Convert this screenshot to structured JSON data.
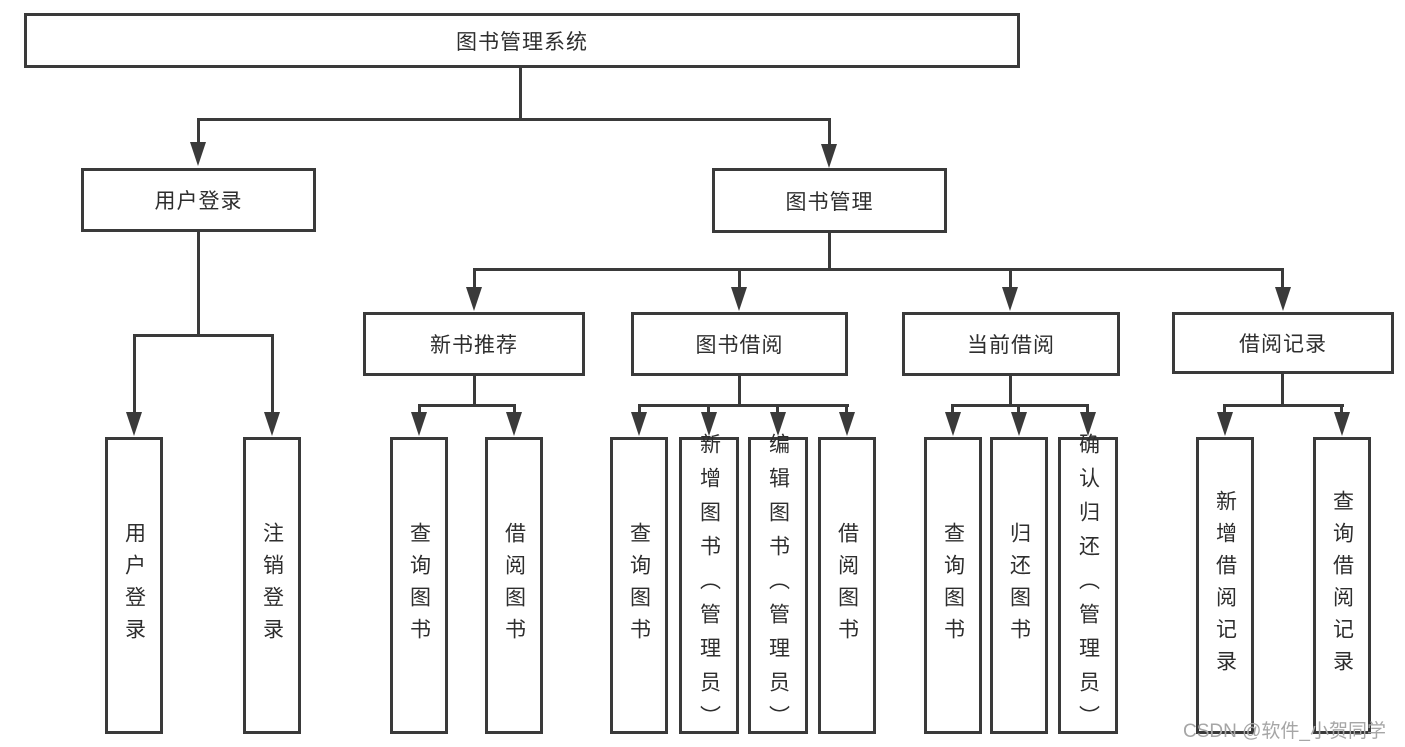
{
  "diagram_type": "feature-tree",
  "tree": {
    "root": {
      "label": "图书管理系统"
    },
    "user_login": {
      "label": "用户登录",
      "children": [
        {
          "label": "用户登录"
        },
        {
          "label": "注销登录"
        }
      ]
    },
    "book_management": {
      "label": "图书管理",
      "new_book_recommend": {
        "label": "新书推荐",
        "children": [
          {
            "label": "查询图书"
          },
          {
            "label": "借阅图书"
          }
        ]
      },
      "book_borrowing": {
        "label": "图书借阅",
        "children": [
          {
            "label": "查询图书"
          },
          {
            "label": "新增图书（管理员）"
          },
          {
            "label": "编辑图书（管理员）"
          },
          {
            "label": "借阅图书"
          }
        ]
      },
      "current_borrowing": {
        "label": "当前借阅",
        "children": [
          {
            "label": "查询图书"
          },
          {
            "label": "归还图书"
          },
          {
            "label": "确认归还（管理员）"
          }
        ]
      },
      "borrowing_records": {
        "label": "借阅记录",
        "children": [
          {
            "label": "新增借阅记录"
          },
          {
            "label": "查询借阅记录"
          }
        ]
      }
    }
  },
  "watermark": "CSDN @软件_小贺同学",
  "colors": {
    "line": "#3a3a3a",
    "text": "#2e2e2e",
    "box_background": "#ffffff",
    "watermark": "#a6a6a6"
  }
}
